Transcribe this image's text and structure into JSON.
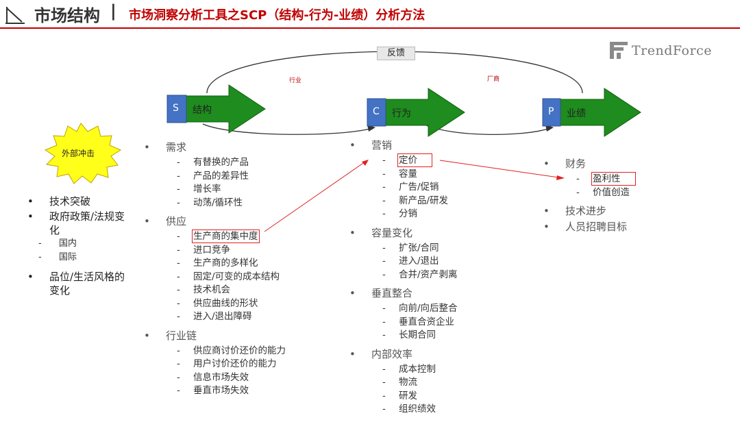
{
  "header": {
    "title": "市场结构",
    "separator": "|",
    "subtitle": "市场洞察分析工具之SCP（结构-行为-业绩）分析方法"
  },
  "logo": {
    "text": "TrendForce"
  },
  "feedback_label": "反馈",
  "industry_label": "行业",
  "firm_label": "厂商",
  "external_shock": "外部冲击",
  "stages": [
    {
      "letter": "S",
      "name": "结构"
    },
    {
      "letter": "C",
      "name": "行为"
    },
    {
      "letter": "P",
      "name": "业绩"
    }
  ],
  "left_list": [
    {
      "text": "技术突破",
      "sub": []
    },
    {
      "text": "政府政策/法规变化",
      "sub": [
        "国内",
        "国际"
      ]
    },
    {
      "text": "品位/生活风格的变化",
      "sub": []
    }
  ],
  "structure": [
    {
      "title": "需求",
      "items": [
        "有替换的产品",
        "产品的差异性",
        "增长率",
        "动荡/循环性"
      ]
    },
    {
      "title": "供应",
      "items": [
        "生产商的集中度",
        "进口竞争",
        "生产商的多样化",
        "固定/可变的成本结构",
        "技术机会",
        "供应曲线的形状",
        "进入/退出障碍"
      ]
    },
    {
      "title": "行业链",
      "items": [
        "供应商讨价还价的能力",
        "用户讨价还价的能力",
        "信息市场失效",
        "垂直市场失效"
      ]
    }
  ],
  "conduct": [
    {
      "title": "营销",
      "items": [
        "定价",
        "容量",
        "广告/促销",
        "新产品/研发",
        "分销"
      ]
    },
    {
      "title": "容量变化",
      "items": [
        "扩张/合同",
        "进入/退出",
        "合并/资产剥离"
      ]
    },
    {
      "title": "垂直整合",
      "items": [
        "向前/向后整合",
        "垂直合资企业",
        "长期合同"
      ]
    },
    {
      "title": "内部效率",
      "items": [
        "成本控制",
        "物流",
        "研发",
        "组织绩效"
      ]
    }
  ],
  "performance": [
    {
      "title": "财务",
      "items": [
        "盈利性",
        "价值创造"
      ]
    },
    {
      "title": "技术进步",
      "items": []
    },
    {
      "title": "人员招聘目标",
      "items": []
    }
  ],
  "colors": {
    "accent_red": "#c00000",
    "arrow_green": "#1e8c1e",
    "letter_blue": "#4472c4",
    "highlight_red": "#e02020"
  }
}
